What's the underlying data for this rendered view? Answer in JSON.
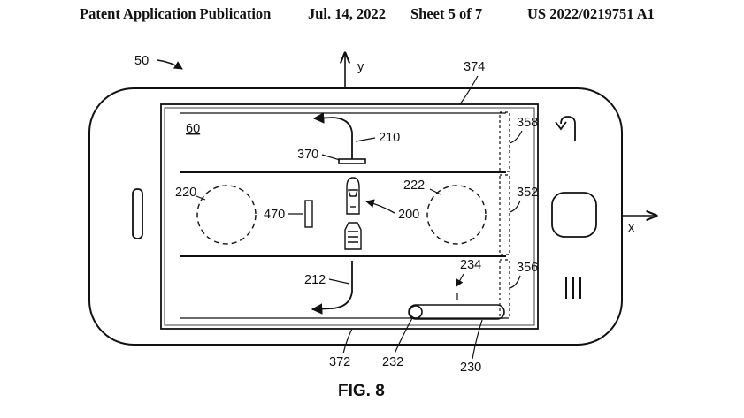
{
  "header": {
    "publication": "Patent Application Publication",
    "date": "Jul. 14, 2022",
    "sheet": "Sheet 5 of 7",
    "number": "US 2022/0219751 A1"
  },
  "figure": {
    "caption": "FIG. 8",
    "axes": {
      "y_label": "y",
      "x_label": "x"
    },
    "labels": {
      "device": "50",
      "screen_label": "60",
      "screen_ref": "374",
      "lane_top_ref": "358",
      "lane_mid_ref": "352",
      "lane_bottom_ref": "356",
      "arrow_upper": "210",
      "arrow_lower": "212",
      "bar_top": "370",
      "circle_left": "220",
      "circle_right": "222",
      "pad_left": "470",
      "vehicles": "200",
      "indicator": "234",
      "slider_knob": "232",
      "slider_track": "230",
      "screen_bottom_ref": "372"
    }
  }
}
